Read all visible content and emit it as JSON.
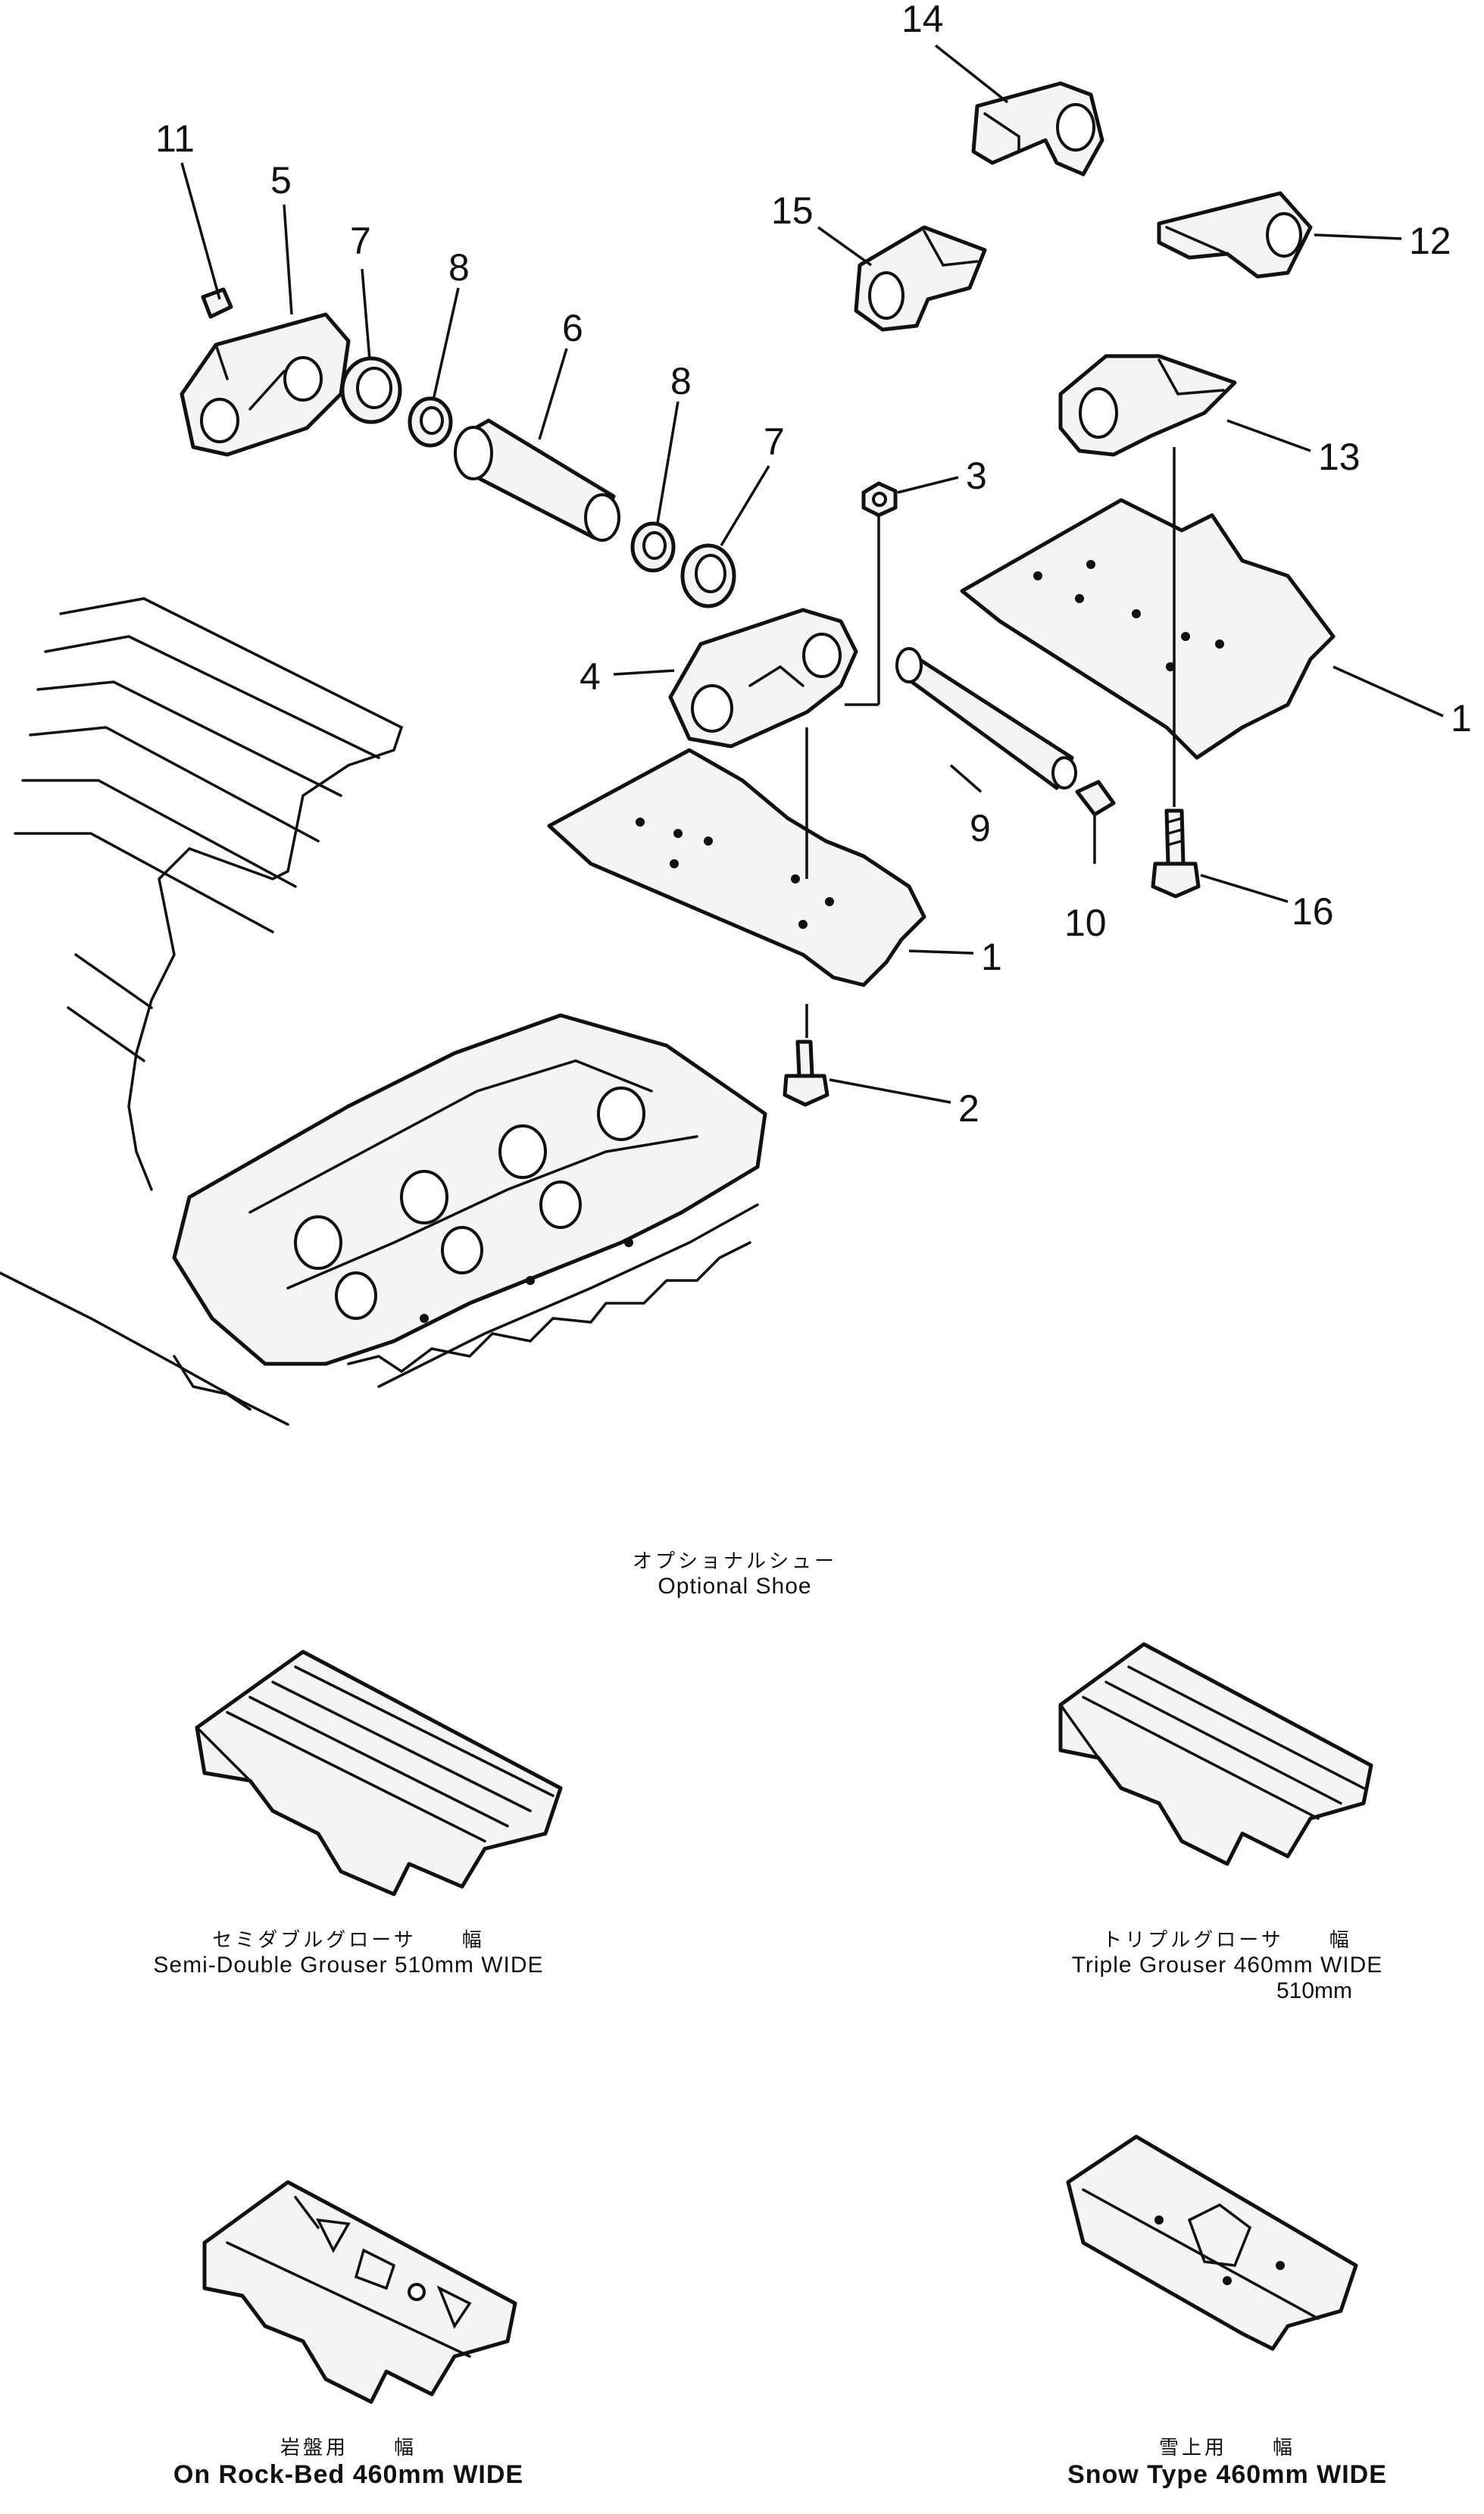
{
  "diagram": {
    "callouts": [
      "1",
      "1",
      "2",
      "3",
      "4",
      "5",
      "6",
      "7",
      "7",
      "8",
      "8",
      "9",
      "10",
      "11",
      "12",
      "13",
      "14",
      "15",
      "16"
    ],
    "optional_title_jp": "オプショナルシュー",
    "optional_title_en": "Optional Shoe",
    "options": [
      {
        "jp": "セミダブルグローサ　　幅",
        "en": "Semi-Double Grouser 510mm WIDE",
        "extra": ""
      },
      {
        "jp": "トリプルグローサ　　幅",
        "en": "Triple Grouser 460mm WIDE",
        "extra": "510mm"
      },
      {
        "jp": "岩盤用　　幅",
        "en": "On Rock-Bed 460mm WIDE",
        "extra": ""
      },
      {
        "jp": "雪上用　　幅",
        "en": "Snow Type 460mm WIDE",
        "extra": ""
      }
    ]
  }
}
